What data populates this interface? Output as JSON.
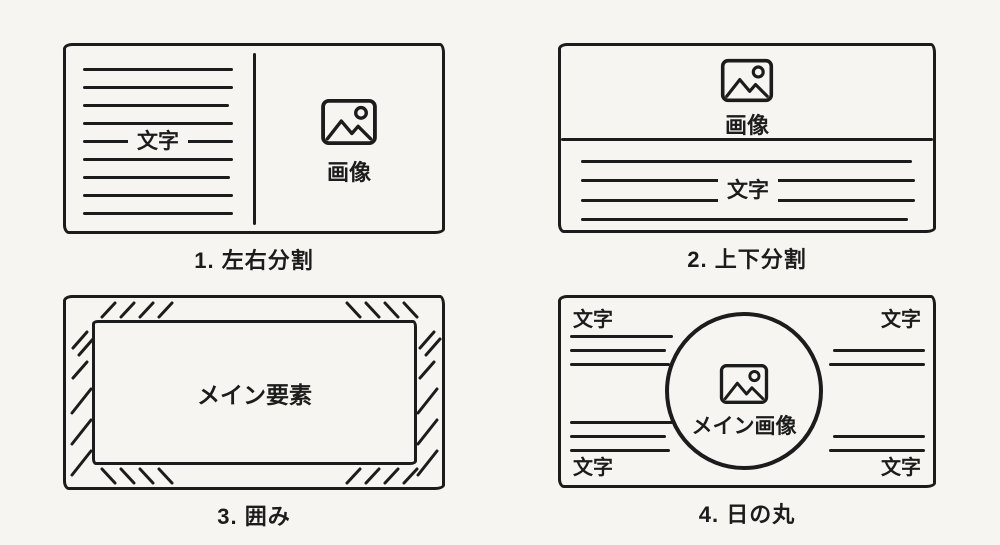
{
  "page": {
    "background_color": "#f7f5f2",
    "ink_color": "#1c1c1c",
    "icons": {
      "image_placeholder": "image-icon"
    }
  },
  "panels": [
    {
      "name": "left-right-split",
      "caption": "1. 左右分割",
      "text_label": "文字",
      "image_label": "画像"
    },
    {
      "name": "top-bottom-split",
      "caption": "2. 上下分割",
      "image_label": "画像",
      "text_label": "文字"
    },
    {
      "name": "enclosure",
      "caption": "3. 囲み",
      "main_label": "メイン要素"
    },
    {
      "name": "hinomaru",
      "caption": "4. 日の丸",
      "main_image_label": "メイン画像",
      "corner_labels": {
        "top_left": "文字",
        "top_right": "文字",
        "bottom_left": "文字",
        "bottom_right": "文字"
      }
    }
  ]
}
